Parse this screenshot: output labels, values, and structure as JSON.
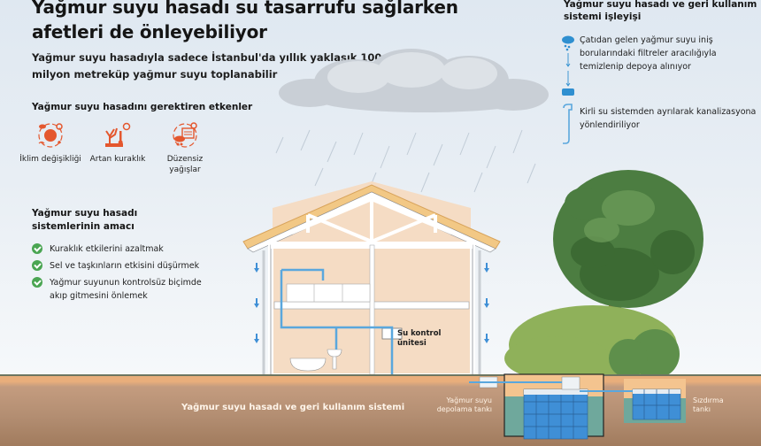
{
  "header": {
    "title": "Yağmur suyu hasadı su tasarrufu sağlarken afetleri de önleyebiliyor",
    "subtitle": "Yağmur suyu hasadıyla sadece İstanbul'da yıllık yaklaşık 100 milyon metreküp yağmur suyu toplanabilir"
  },
  "factors": {
    "title": "Yağmur suyu hasadını gerektiren etkenler",
    "items": [
      {
        "icon": "climate-change-icon",
        "label": "İklim değişikliği"
      },
      {
        "icon": "drought-icon",
        "label": "Artan kuraklık"
      },
      {
        "icon": "irregular-rain-icon",
        "label": "Düzensiz yağışlar"
      }
    ],
    "icon_color": "#e4572e"
  },
  "purpose": {
    "title": "Yağmur suyu hasadı sistemlerinin amacı",
    "items": [
      "Kuraklık etkilerini azaltmak",
      "Sel ve taşkınların etkisini düşürmek",
      "Yağmur suyunun kontrolsüz biçimde akıp gitmesini önlemek"
    ],
    "check_color": "#4aa552"
  },
  "process": {
    "title": "Yağmur suyu hasadı ve geri kullanım sistemi işleyişi",
    "steps": [
      {
        "icon": "rain-cloud-icon",
        "text": "Çatıdan gelen yağmur suyu iniş borularındaki filtreler aracılığıyla temizlenip depoya alınıyor"
      },
      {
        "icon": "drain-pipe-icon",
        "text": "Kirli su sistemden ayrılarak kanalizasyona yönlendiriliyor"
      }
    ],
    "accent_color": "#2f8fd0"
  },
  "diagram": {
    "control_unit_label": "Su kontrol ünitesi",
    "ground_label": "Yağmur suyu hasadı ve geri kullanım sistemi",
    "storage_tank_label": "Yağmur suyu depolama tankı",
    "infiltration_tank_label": "Sızdırma tankı",
    "water_color": "#3f8fd6",
    "pipe_color": "#5aa7dd"
  }
}
